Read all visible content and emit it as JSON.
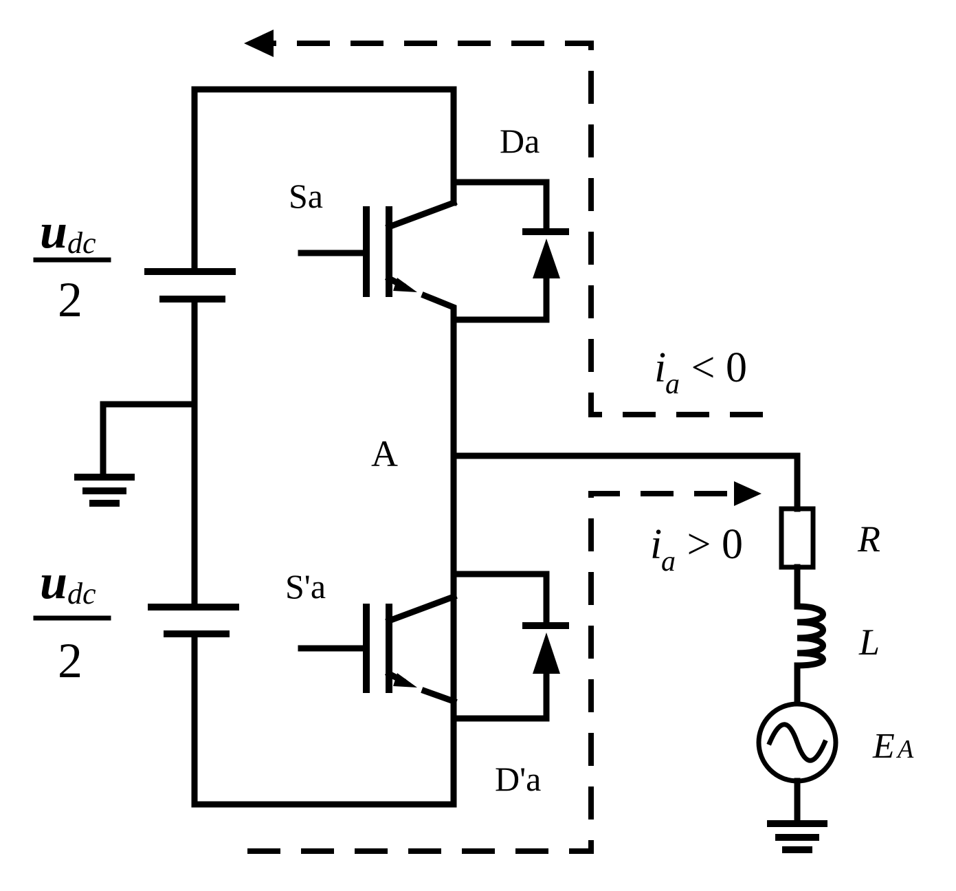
{
  "labels": {
    "switch_upper": "Sa",
    "switch_lower": "S'a",
    "diode_upper": "Da",
    "diode_lower": "D'a",
    "node": "A",
    "resistor": "R",
    "inductor": "L",
    "source_main": "E",
    "source_sub": "A",
    "dc_upper_num": "u",
    "dc_upper_sub": "dc",
    "dc_upper_den": "2",
    "dc_lower_num": "u",
    "dc_lower_sub": "dc",
    "dc_lower_den": "2",
    "current_neg_var": "i",
    "current_neg_sub": "a",
    "current_neg_rel": " < 0",
    "current_pos_var": "i",
    "current_pos_sub": "a",
    "current_pos_rel": " > 0"
  },
  "icons": {
    "ground": "ground-icon",
    "ac_source": "ac-source-icon",
    "igbt": "igbt-icon",
    "diode": "diode-icon",
    "capacitor": "dc-capacitor-icon",
    "resistor": "resistor-icon",
    "inductor": "inductor-icon",
    "arrow": "arrow-icon"
  },
  "colors": {
    "stroke": "#000000",
    "background": "#ffffff"
  }
}
